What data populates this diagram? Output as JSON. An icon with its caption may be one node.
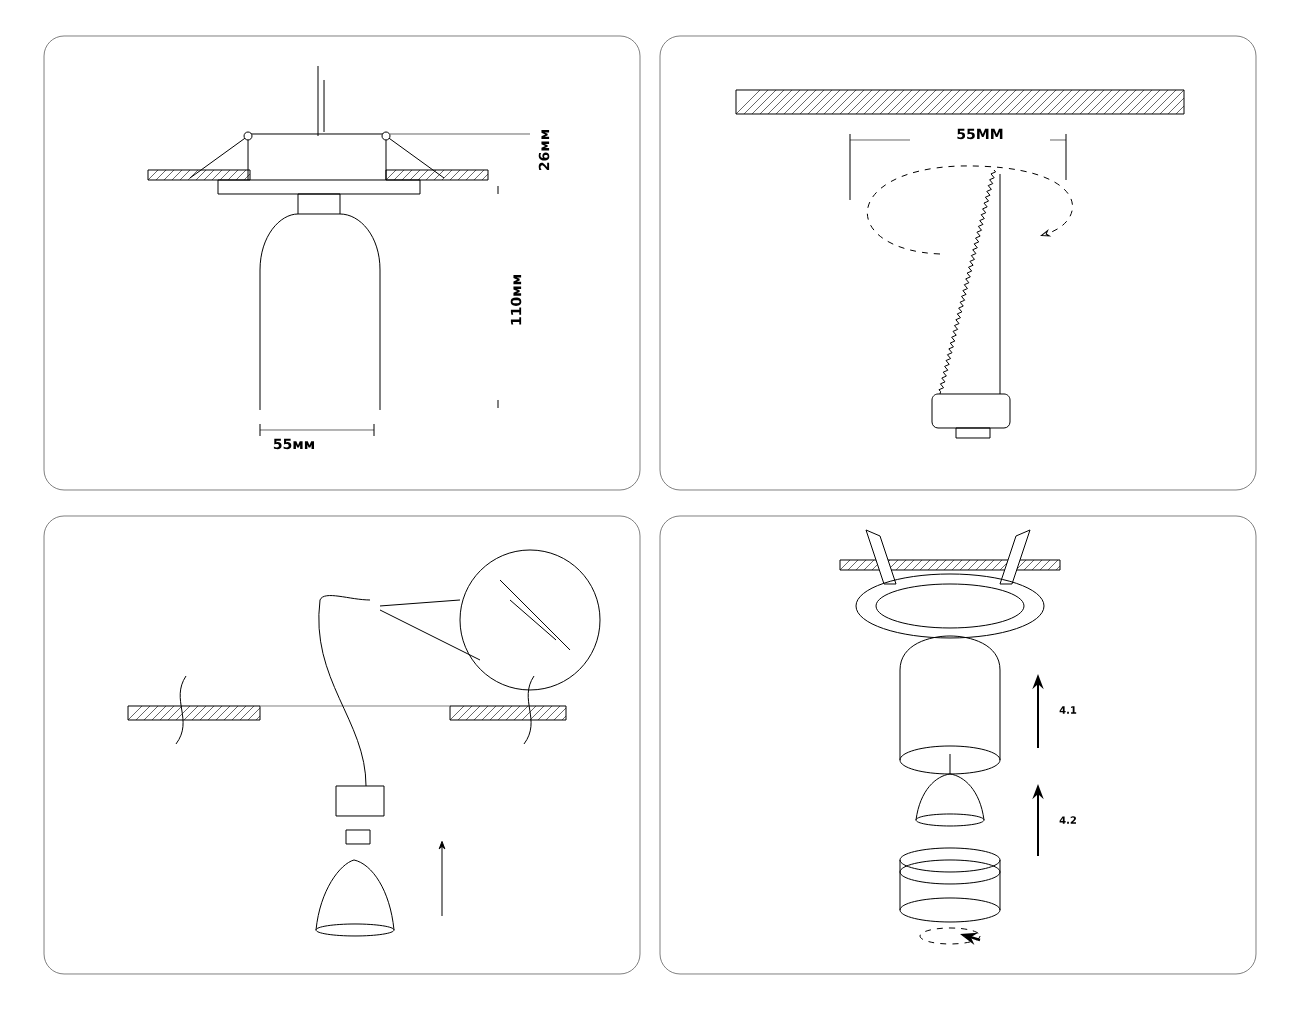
{
  "diagram": {
    "labels": [
      "26мм",
      "110мм",
      "55мм",
      "55ММ",
      "4.1",
      "4.2"
    ]
  }
}
